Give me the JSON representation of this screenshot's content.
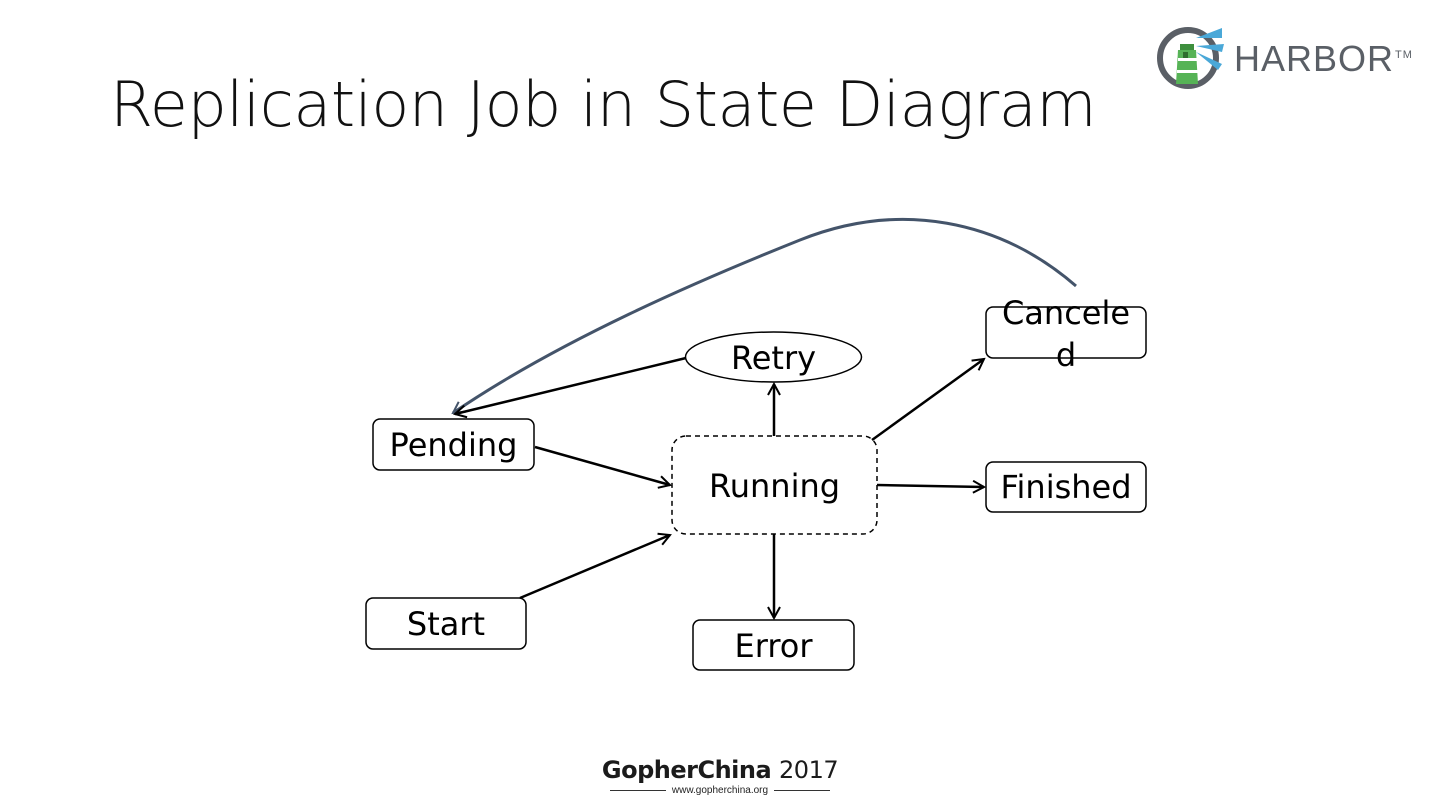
{
  "slide": {
    "title": "Replication Job in State Diagram"
  },
  "logo": {
    "name": "HARBOR",
    "trademark": "TM",
    "icon": "harbor-lighthouse-icon"
  },
  "diagram": {
    "nodes": {
      "pending": "Pending",
      "start": "Start",
      "running": "Running",
      "retry": "Retry",
      "error": "Error",
      "canceled_line1": "Cancele",
      "canceled_line2": "d",
      "finished": "Finished"
    },
    "transitions": [
      {
        "from": "Pending",
        "to": "Running"
      },
      {
        "from": "Start",
        "to": "Running"
      },
      {
        "from": "Running",
        "to": "Retry"
      },
      {
        "from": "Retry",
        "to": "Pending"
      },
      {
        "from": "Running",
        "to": "Error"
      },
      {
        "from": "Running",
        "to": "Canceled"
      },
      {
        "from": "Running",
        "to": "Finished"
      },
      {
        "from": "Canceled",
        "to": "Pending"
      }
    ],
    "colors": {
      "arrow": "#000000",
      "loop_arrow": "#44546a"
    }
  },
  "footer": {
    "brand": "GopherChina",
    "year": "2017",
    "url": "www.gopherchina.org"
  }
}
